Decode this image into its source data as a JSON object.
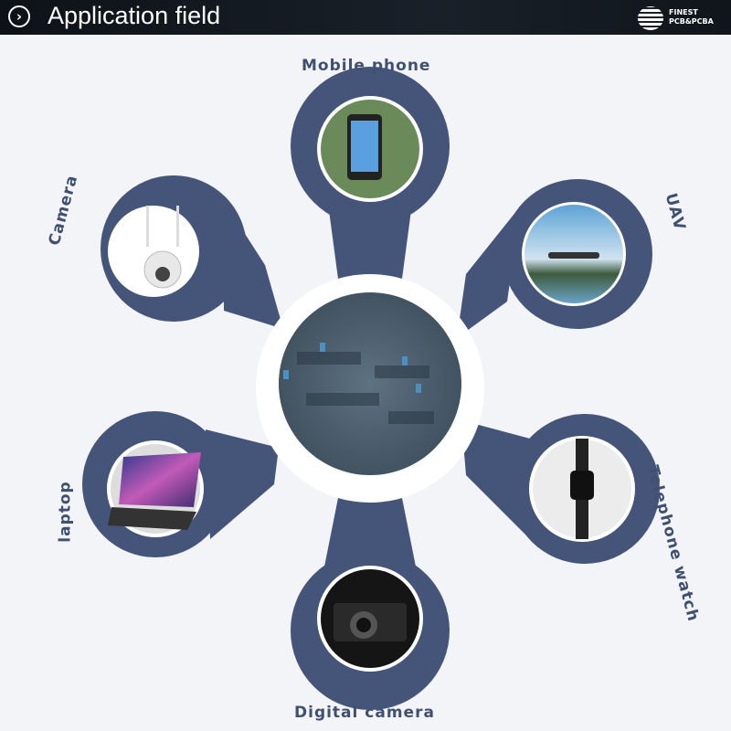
{
  "header": {
    "title": "Application field",
    "icon": "chevron-right-circle-icon",
    "logo_line1": "FINEST",
    "logo_line2": "PCB&PCBA"
  },
  "colors": {
    "pin": "#455479",
    "label": "#3f5072"
  },
  "applications": [
    {
      "label": "Mobile phone"
    },
    {
      "label": "Camera"
    },
    {
      "label": "UAV"
    },
    {
      "label": "laptop"
    },
    {
      "label": "Telephone watch"
    },
    {
      "label": "Digital camera"
    }
  ]
}
